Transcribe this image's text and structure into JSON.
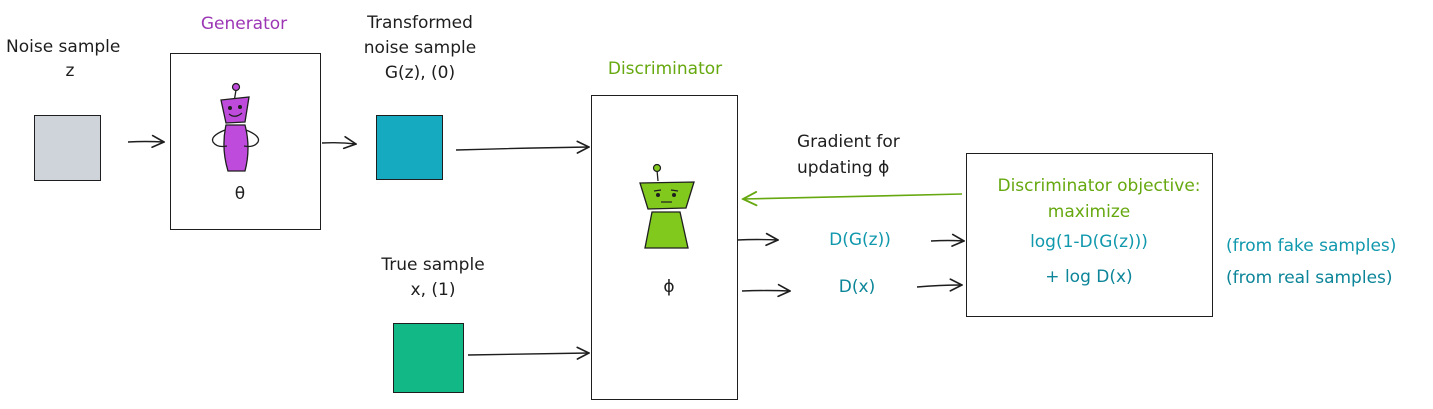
{
  "colors": {
    "ink": "#1e1e1e",
    "purple": "#9c36b5",
    "purple_fill": "#be4bdb",
    "green": "#66a80f",
    "green_fill": "#82c91e",
    "cyan": "#1098ad",
    "teal": "#0c8599",
    "noise_fill": "#ced4da",
    "transformed_fill": "#15aabf",
    "true_fill": "#12b886"
  },
  "noise": {
    "label_line1": "Noise sample",
    "label_line2": "z"
  },
  "generator": {
    "title": "Generator",
    "param": "θ",
    "icon": "robot-icon"
  },
  "transformed": {
    "label_line1": "Transformed",
    "label_line2": "noise sample",
    "label_line3": "G(z), (0)"
  },
  "true_sample": {
    "label_line1": "True sample",
    "label_line2": "x, (1)"
  },
  "discriminator": {
    "title": "Discriminator",
    "param": "ϕ",
    "icon": "robot-icon"
  },
  "gradient": {
    "line1": "Gradient for",
    "line2": "updating ϕ"
  },
  "outputs": {
    "fake": "D(G(z))",
    "real": "D(x)"
  },
  "objective": {
    "title_line1": "Discriminator objective:",
    "title_line2": "maximize",
    "term1": "log(1-D(G(z)))",
    "term2": "+ log D(x)"
  },
  "annotations": {
    "fake": "(from fake samples)",
    "real": "(from real samples)"
  }
}
